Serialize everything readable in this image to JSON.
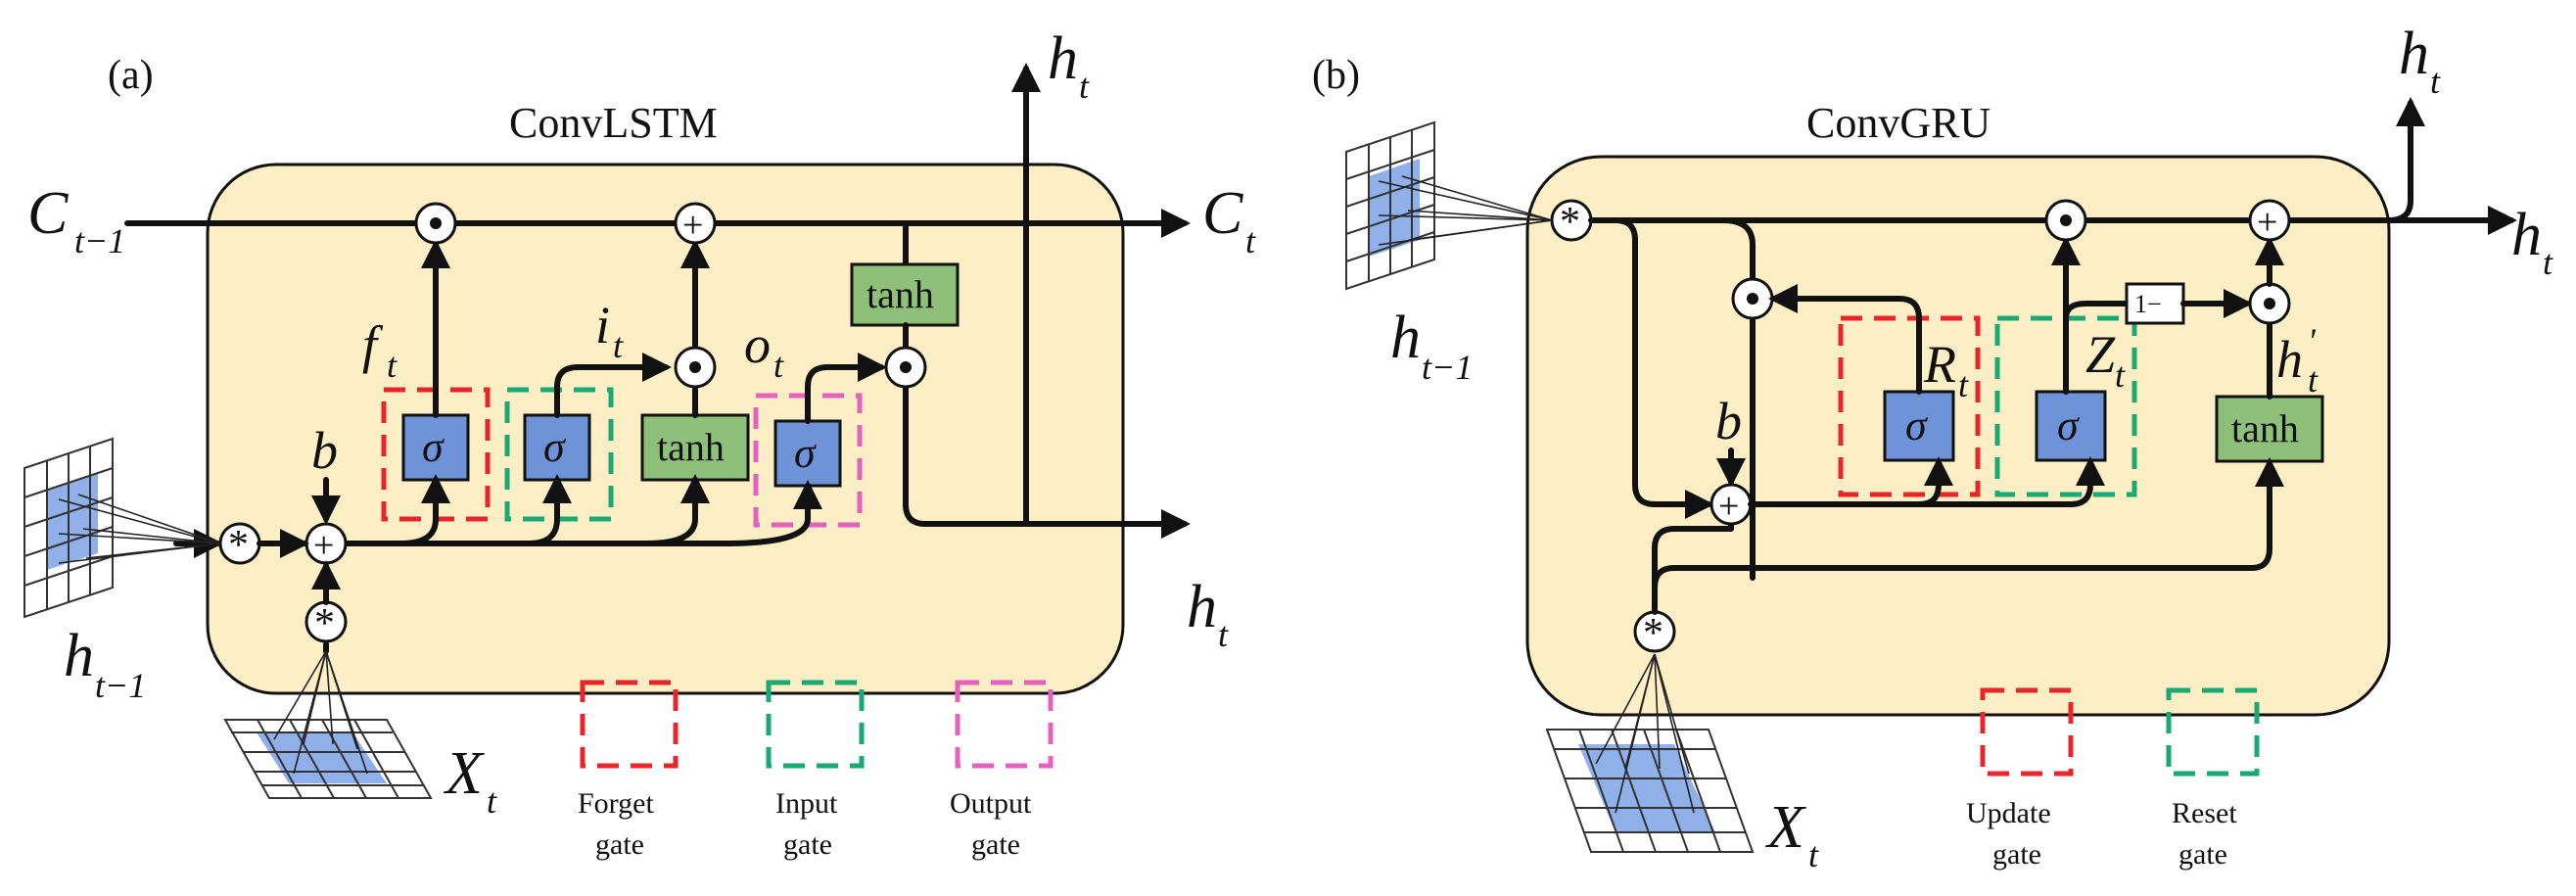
{
  "panel_a": {
    "label": "(a)",
    "title": "ConvLSTM",
    "c_prev": {
      "main": "C",
      "sub": "t−1"
    },
    "c_out": {
      "main": "C",
      "sub": "t"
    },
    "h_up": {
      "main": "h",
      "sub": "t"
    },
    "h_right": {
      "main": "h",
      "sub": "t"
    },
    "h_prev": {
      "main": "h",
      "sub": "t−1"
    },
    "x_in": {
      "main": "X",
      "sub": "t"
    },
    "bias": "b",
    "f_label": {
      "main": "f",
      "sub": "t"
    },
    "i_label": {
      "main": "i",
      "sub": "t"
    },
    "o_label": {
      "main": "o",
      "sub": "t"
    },
    "sigma": "σ",
    "tanh": "tanh",
    "conv_op": "*",
    "mul_op": "⊙",
    "add_op": "+",
    "legend": {
      "forget": [
        "Forget",
        "gate"
      ],
      "input": [
        "Input",
        "gate"
      ],
      "output": [
        "Output",
        "gate"
      ]
    }
  },
  "panel_b": {
    "label": "(b)",
    "title": "ConvGRU",
    "h_up": {
      "main": "h",
      "sub": "t"
    },
    "h_right": {
      "main": "h",
      "sub": "t"
    },
    "h_prev": {
      "main": "h",
      "sub": "t−1"
    },
    "x_in": {
      "main": "X",
      "sub": "t"
    },
    "bias": "b",
    "r_label": {
      "main": "R",
      "sub": "t"
    },
    "z_label": {
      "main": "Z",
      "sub": "t"
    },
    "h_cand": {
      "main": "h",
      "sub": "t",
      "prime": "'"
    },
    "one_minus": "1−",
    "sigma": "σ",
    "tanh": "tanh",
    "conv_op": "*",
    "mul_op": "⊙",
    "add_op": "+",
    "legend": {
      "update": [
        "Update",
        "gate"
      ],
      "reset": [
        "Reset",
        "gate"
      ]
    }
  },
  "colors": {
    "cell": "#fcefc5",
    "sigma_gate": "#6f93d8",
    "tanh_gate": "#8ec07a",
    "forget_dash": "#e8252b",
    "input_dash": "#1aa873",
    "output_dash": "#e461c0",
    "grid_fill": "#8fb0e8"
  }
}
